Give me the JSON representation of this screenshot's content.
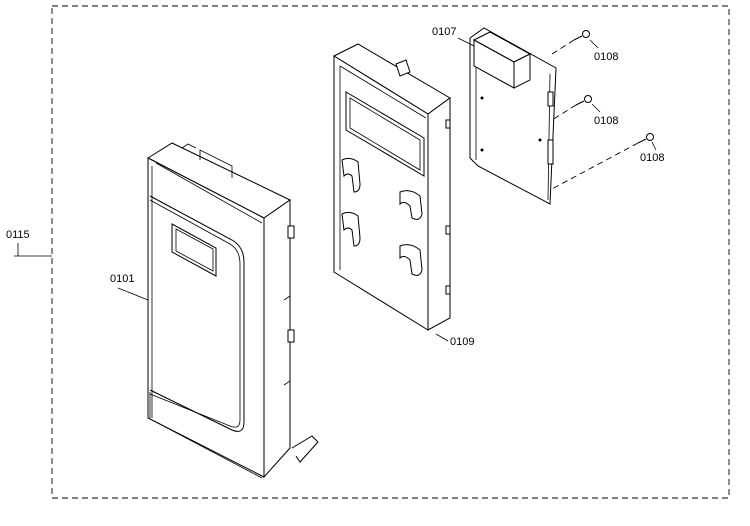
{
  "callouts": {
    "assembly": "0115",
    "front_panel": "0101",
    "display_block": "0107",
    "screw_1": "0108",
    "screw_2": "0108",
    "screw_3": "0108",
    "frame": "0109"
  }
}
